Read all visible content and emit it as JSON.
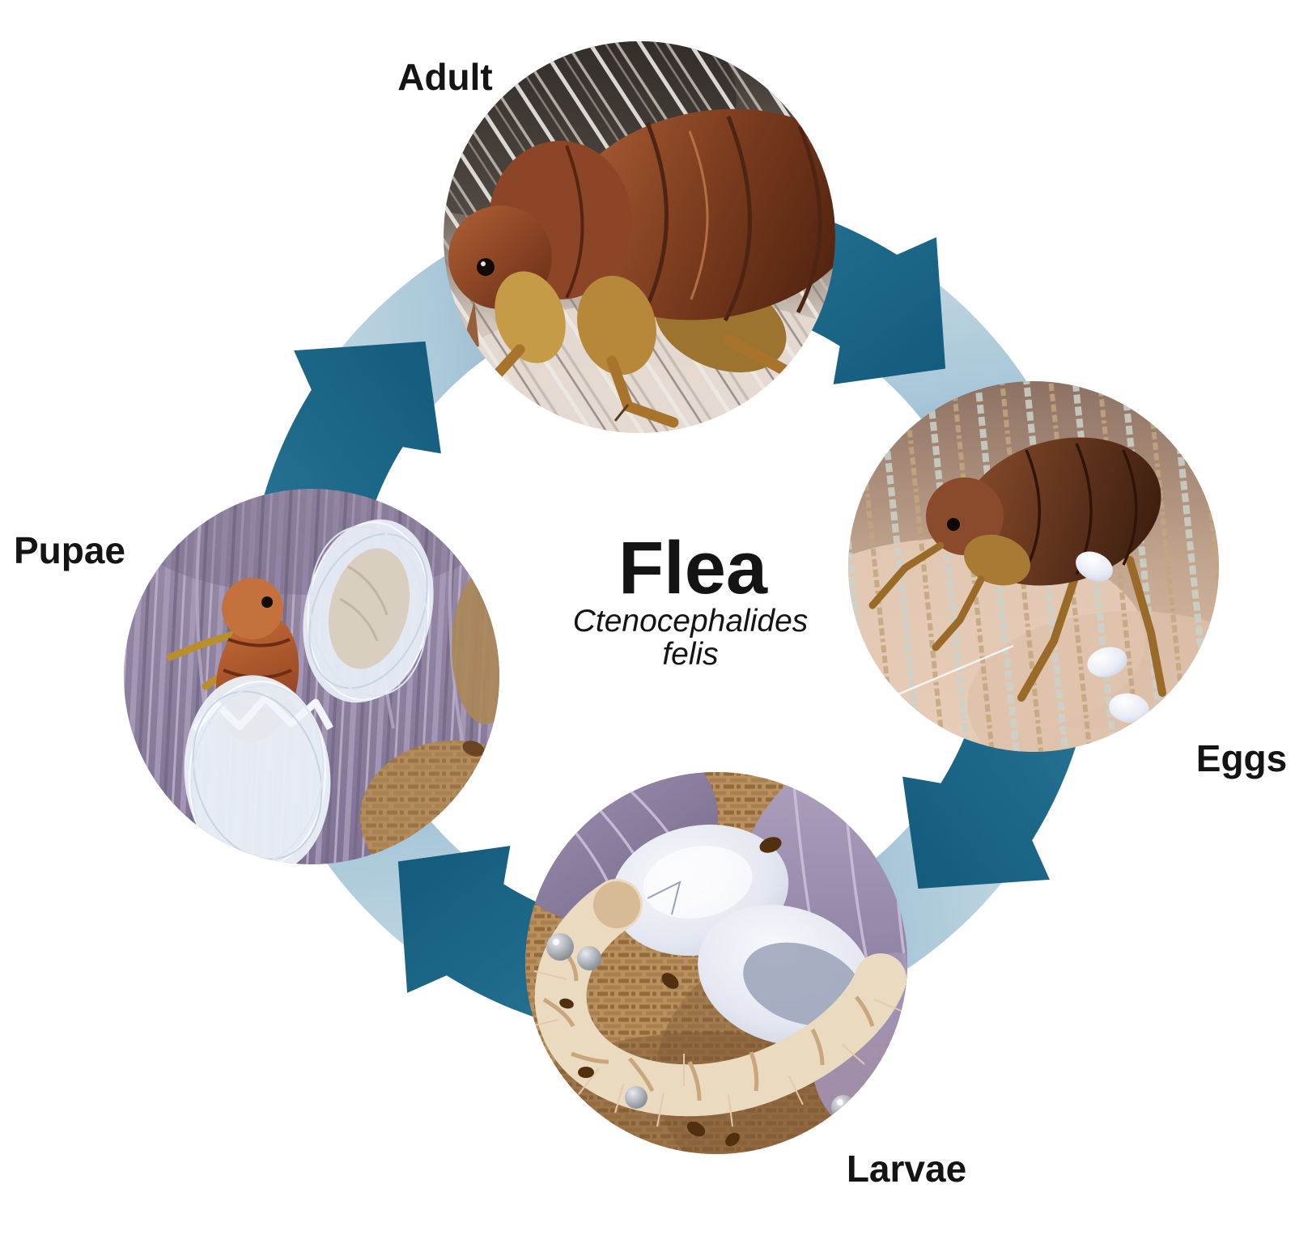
{
  "title": {
    "heading": "Flea",
    "species_line1": "Ctenocephalides",
    "species_line2": "felis"
  },
  "stages": [
    {
      "id": "adult",
      "label": "Adult",
      "illustration": "adult-flea-on-host-skin-among-hairs"
    },
    {
      "id": "eggs",
      "label": "Eggs",
      "illustration": "flea-laying-white-eggs-on-skin"
    },
    {
      "id": "larvae",
      "label": "Larvae",
      "illustration": "larva-with-hatched-eggshells-in-carpet"
    },
    {
      "id": "pupae",
      "label": "Pupae",
      "illustration": "silk-cocoons-with-emerging-flea-in-carpet-fibers"
    }
  ],
  "cycle": {
    "direction": "clockwise",
    "order": [
      "Adult",
      "Eggs",
      "Larvae",
      "Pupae"
    ]
  },
  "colors": {
    "background": "#ffffff",
    "text": "#141414",
    "arrow_dark": "#1d6888",
    "arrow_light": "#a9c8d9"
  }
}
